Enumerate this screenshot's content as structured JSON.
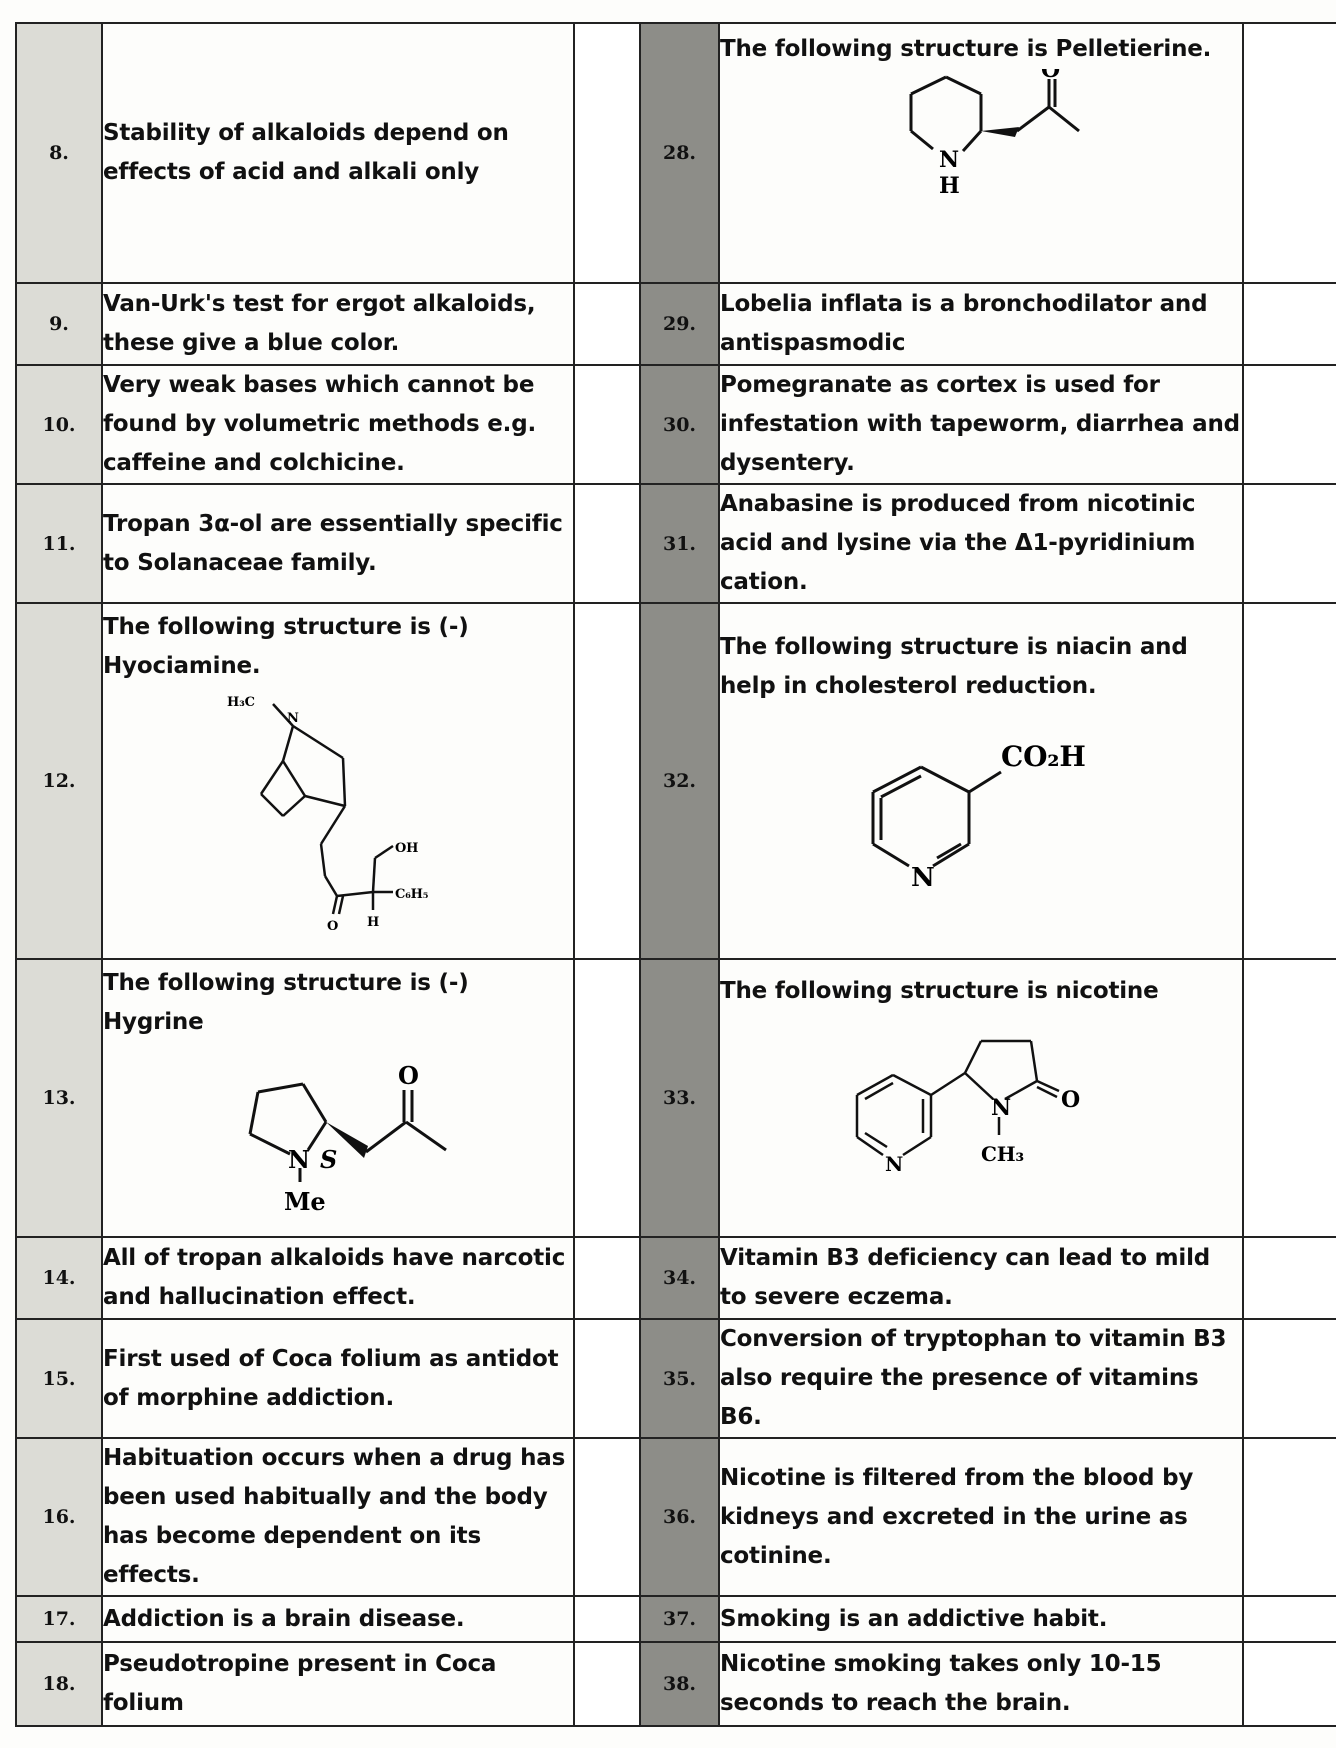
{
  "rows": [
    {
      "left": {
        "num": "8.",
        "text": "Stability of alkaloids depend on effects of acid and alkali only"
      },
      "right": {
        "num": "28.",
        "text": "The following structure is Pelletierine.",
        "labels": {
          "o": "O",
          "n": "N",
          "h": "H"
        }
      }
    },
    {
      "left": {
        "num": "9.",
        "text": "Van-Urk's test for ergot alkaloids, these give a blue color."
      },
      "right": {
        "num": "29.",
        "text": "Lobelia inflata is a bronchodilator and antispasmodic"
      }
    },
    {
      "left": {
        "num": "10.",
        "text": "Very weak bases which cannot be found by volumetric methods e.g. caffeine and colchicine."
      },
      "right": {
        "num": "30.",
        "text": "Pomegranate as cortex is used for infestation with tapeworm, diarrhea and dysentery."
      }
    },
    {
      "left": {
        "num": "11.",
        "text": "Tropan 3α-ol are essentially specific to Solanaceae family."
      },
      "right": {
        "num": "31.",
        "text": "Anabasine is produced from nicotinic acid and lysine via the Δ1-pyridinium cation."
      }
    },
    {
      "left": {
        "num": "12.",
        "text": "The following structure is (-) Hyociamine.",
        "labels": {
          "h3c": "H₃C",
          "n": "N",
          "oh": "OH",
          "c6h5": "C₆H₅",
          "o": "O",
          "h": "H"
        }
      },
      "right": {
        "num": "32.",
        "text": "The following structure is niacin and help in cholesterol reduction.",
        "labels": {
          "co2h": "CO₂H",
          "n": "N"
        }
      }
    },
    {
      "left": {
        "num": "13.",
        "text": "The following structure is (-) Hygrine",
        "labels": {
          "o": "O",
          "n": "N",
          "s": "S",
          "me": "Me"
        }
      },
      "right": {
        "num": "33.",
        "text": "The following structure is nicotine",
        "labels": {
          "n1": "N",
          "o": "O",
          "ch3": "CH₃",
          "n2": "N"
        }
      }
    },
    {
      "left": {
        "num": "14.",
        "text": "All of tropan alkaloids have narcotic and hallucination effect."
      },
      "right": {
        "num": "34.",
        "text": "Vitamin B3 deficiency can lead to mild to severe eczema."
      }
    },
    {
      "left": {
        "num": "15.",
        "text": "First used of Coca folium as antidot of morphine addiction."
      },
      "right": {
        "num": "35.",
        "text": "Conversion of tryptophan to vitamin B3 also require the presence of vitamins B6."
      }
    },
    {
      "left": {
        "num": "16.",
        "text": "Habituation occurs when a drug has been used habitually and the body has become dependent on its effects."
      },
      "right": {
        "num": "36.",
        "text": "Nicotine is filtered from the blood by kidneys and excreted in the urine as cotinine."
      }
    },
    {
      "left": {
        "num": "17.",
        "text": "Addiction is a brain disease."
      },
      "right": {
        "num": "37.",
        "text": "Smoking is an addictive habit."
      }
    },
    {
      "left": {
        "num": "18.",
        "text": "Pseudotropine present in Coca folium"
      },
      "right": {
        "num": "38.",
        "text": "Nicotine smoking takes only 10-15 seconds to reach the brain."
      }
    }
  ]
}
